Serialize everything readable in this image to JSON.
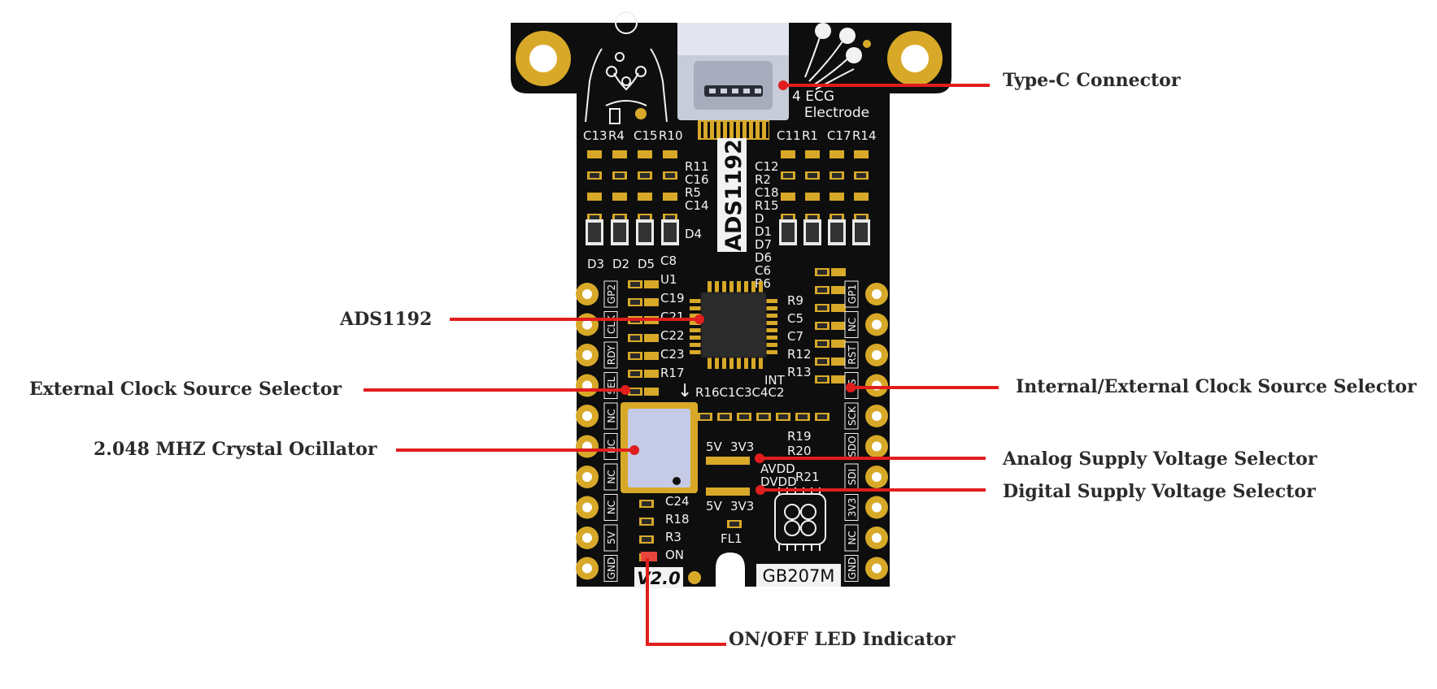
{
  "board": {
    "chip_label": "ADS1192",
    "model_label": "GB207M",
    "version_label": "V2.0",
    "electrode_label_line1": "4 ECG",
    "electrode_label_line2": "Electrode",
    "avdd_label": "AVDD",
    "dvdd_label": "DVDD",
    "int_label": "INT",
    "on_label": "ON",
    "fl1_label": "FL1",
    "v5_label": "5V",
    "v33_label": "3V3",
    "top_left_parts": [
      "C13",
      "R4",
      "C15",
      "R10"
    ],
    "top_right_parts": [
      "C11",
      "R1",
      "C17",
      "R14"
    ],
    "left_column_parts": [
      "R11",
      "C16",
      "R5",
      "C14"
    ],
    "right_column_parts": [
      "C12",
      "R2",
      "C18",
      "R15",
      "D",
      "D1",
      "D7",
      "D6",
      "C6",
      "R6"
    ],
    "diode_labels": [
      "D3",
      "D2",
      "D5",
      "D4"
    ],
    "near_chip_left": [
      "C8",
      "U1",
      "C19",
      "C21",
      "C22",
      "C23",
      "R17"
    ],
    "near_chip_right": [
      "R9",
      "C5",
      "C7",
      "R12",
      "R13"
    ],
    "bottom_row_parts": "R16C1C3C4C2",
    "lower_right_parts": [
      "R19",
      "R20",
      "R21"
    ],
    "lower_left_parts": [
      "C24",
      "R18",
      "R3"
    ],
    "left_pins": [
      "GP2",
      "CLK",
      "RDY",
      "SEL",
      "NC",
      "NC",
      "NC",
      "NC",
      "5V",
      "GND"
    ],
    "right_pins": [
      "GP1",
      "NC",
      "RST",
      "CS",
      "SCK",
      "SDO",
      "SDI",
      "3V3",
      "NC",
      "GND"
    ]
  },
  "callouts": {
    "type_c": "Type-C Connector",
    "ads1192": "ADS1192",
    "ext_clock": "External Clock Source Selector",
    "int_ext_clock": "Internal/External Clock Source Selector",
    "crystal": "2.048 MHZ Crystal Ocillator",
    "analog_supply": "Analog Supply Voltage Selector",
    "digital_supply": "Digital Supply Voltage Selector",
    "led": "ON/OFF LED Indicator"
  },
  "colors": {
    "pcb": "#0e0e0e",
    "gold": "#d8a928",
    "silkscreen": "#f2f2f2",
    "leader": "#e11d1d",
    "connector": "#c7ccd8",
    "crystal": "#c5cbe6",
    "led": "#e8463c"
  }
}
